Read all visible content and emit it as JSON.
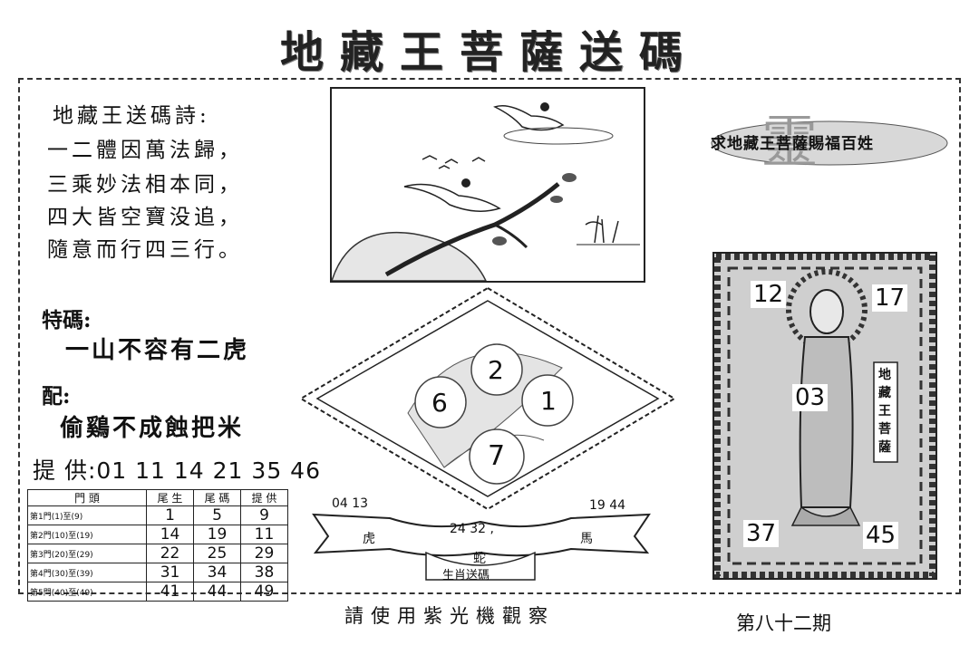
{
  "title": "地藏王菩薩送碼",
  "poem": {
    "heading": "地藏王送碼詩:",
    "lines": [
      "一二體因萬法歸，",
      "三乘妙法相本同，",
      "四大皆空寶没追，",
      "隨意而行四三行。"
    ]
  },
  "special": {
    "label": "特碼:",
    "text": "一山不容有二虎"
  },
  "match": {
    "label": "配:",
    "text": "偷鷄不成蝕把米"
  },
  "provide": {
    "label": "提 供:",
    "numbers": "01 11 14 21 35 46"
  },
  "table": {
    "headers": [
      "門 頭",
      "尾 生",
      "尾 碼",
      "提 供"
    ],
    "rows": [
      [
        "第1門(1)至(9)",
        "1",
        "5",
        "9"
      ],
      [
        "第2門(10)至(19)",
        "14",
        "19",
        "11"
      ],
      [
        "第3門(20)至(29)",
        "22",
        "25",
        "29"
      ],
      [
        "第4門(30)至(39)",
        "31",
        "34",
        "38"
      ],
      [
        "第5門(40)至(49)",
        "41",
        "44",
        "49"
      ]
    ]
  },
  "seal": {
    "text": "求地藏王菩薩賜福百姓",
    "char": "靈"
  },
  "buddha": {
    "top_left": "12",
    "top_right": "17",
    "center": "03",
    "bottom_left": "37",
    "bottom_right": "45",
    "side_text": "地藏王菩薩"
  },
  "diamond": {
    "n1": "2",
    "n2": "6",
    "n3": "1",
    "n4": "7"
  },
  "zodiac": {
    "left_nums": "04 13",
    "right_nums": "19 44",
    "mid_nums": "24 32 ,",
    "left_animal": "虎",
    "right_animal": "馬",
    "center_animal": "蛇",
    "caption": "生肖送碼"
  },
  "footer": "請使用紫光機觀察",
  "issue": "第八十二期",
  "colors": {
    "ink": "#111111",
    "paper": "#ffffff",
    "halftone": "#cfcfcf"
  }
}
